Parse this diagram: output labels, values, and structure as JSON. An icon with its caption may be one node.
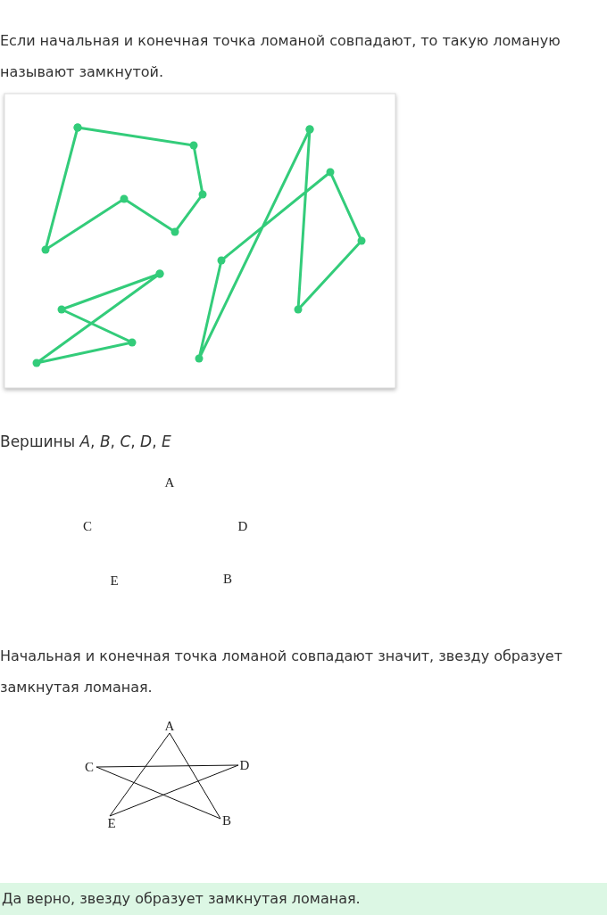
{
  "diagram": {
    "nodes": [
      {
        "text": [
          "A"
        ]
      },
      {
        "text": [
          "C"
        ]
      },
      {
        "text": [
          "D"
        ]
      },
      {
        "text": [
          "E"
        ]
      },
      {
        "text": [
          "B"
        ]
      },
      {
        "text": [
          "Да верно, звезду образует замкнутая ломаная."
        ]
      }
    ],
    "edges": [
      {
        "from": 0,
        "to": 3,
        "arrow": "none"
      },
      {
        "from": 3,
        "to": 2,
        "arrow": "none"
      },
      {
        "from": 2,
        "to": 1,
        "arrow": "none"
      },
      {
        "from": 1,
        "to": 4,
        "arrow": "none"
      },
      {
        "from": 4,
        "to": 0,
        "arrow": "none"
      }
    ],
    "labels": [
      "Если начальная и конечная точка ломаной совпадают, то такую ломаную называют замкнутой.",
      "Вершины *A*, *B*, *C*, *D*, *E*",
      "A",
      "C",
      "D",
      "E",
      "B",
      "Начальная и конечная точка ломаной совпадают значит, звезду образует замкнутая ломаная."
    ]
  }
}
